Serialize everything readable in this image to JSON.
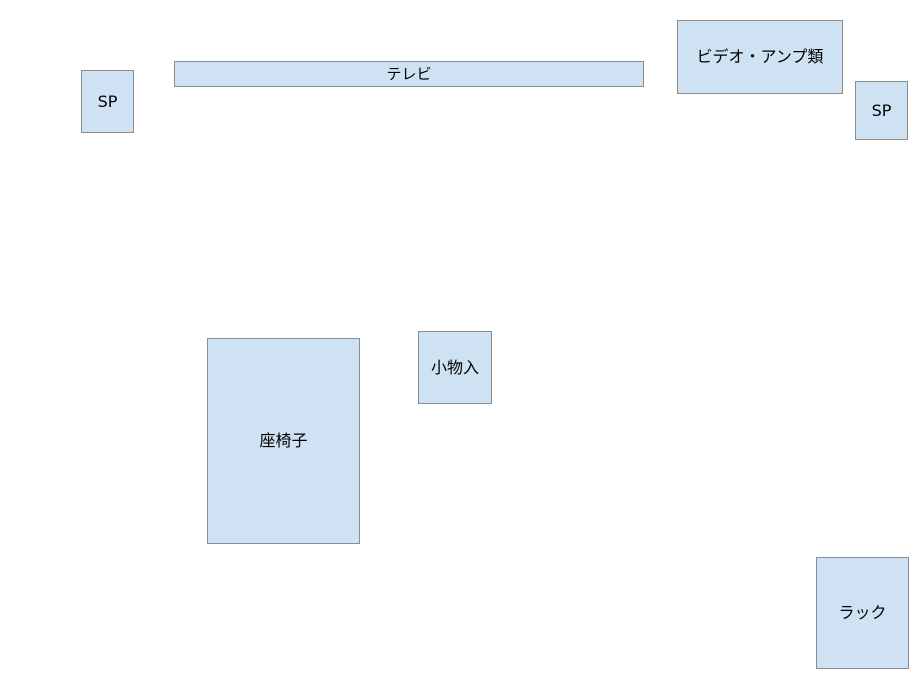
{
  "diagram": {
    "items": {
      "tv": {
        "label": "テレビ"
      },
      "sp_left": {
        "label": "SP"
      },
      "video_amp": {
        "label": "ビデオ・アンプ類"
      },
      "sp_right": {
        "label": "SP"
      },
      "small_storage": {
        "label": "小物入"
      },
      "chair": {
        "label": "座椅子"
      },
      "rack": {
        "label": "ラック"
      }
    }
  },
  "colors": {
    "box_fill": "#cfe2f3",
    "box_border": "#8c8c8c",
    "background": "#ffffff",
    "text": "#000000"
  }
}
